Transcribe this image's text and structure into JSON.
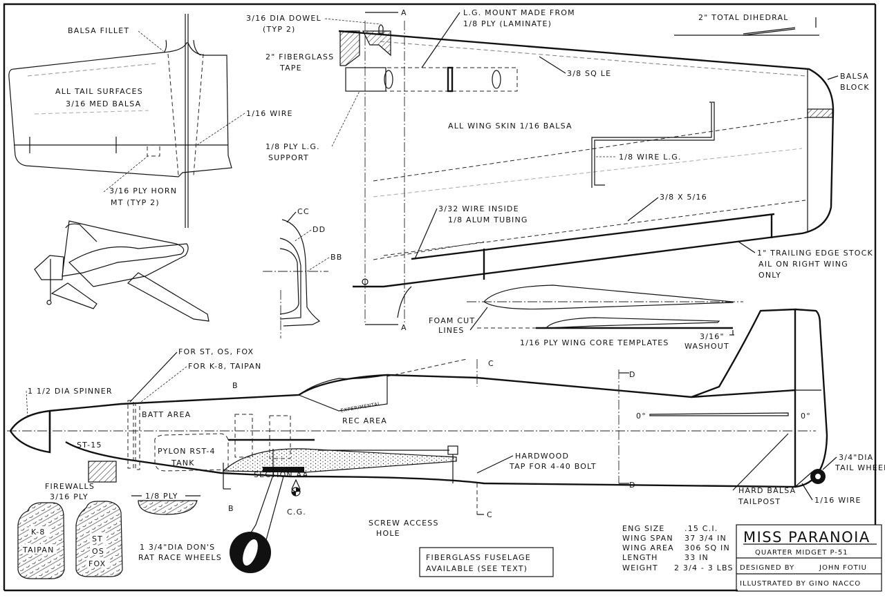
{
  "title_block": {
    "title": "MISS PARANOIA",
    "subtitle": "QUARTER MIDGET P-51",
    "designed_by_label": "DESIGNED BY",
    "designer": "JOHN FOTIU",
    "illustrated_by": "ILLUSTRATED BY  GINO NACCO"
  },
  "specs": [
    {
      "label": "ENG SIZE",
      "value": ".15 C.I."
    },
    {
      "label": "WING SPAN",
      "value": "37 3/4 IN"
    },
    {
      "label": "WING AREA",
      "value": "306 SQ IN"
    },
    {
      "label": "LENGTH",
      "value": "33 IN"
    },
    {
      "label": "WEIGHT",
      "value": "2 3/4 - 3 LBS"
    }
  ],
  "tail_view": {
    "balsa_fillet": "BALSA FILLET",
    "tail_surfaces_1": "ALL TAIL SURFACES",
    "tail_surfaces_2": "3/16 MED BALSA",
    "wire": "1/16 WIRE",
    "horn_1": "3/16 PLY HORN",
    "horn_2": "MT (TYP 2)"
  },
  "wing_view": {
    "dowel_1": "3/16 DIA DOWEL",
    "dowel_2": "(TYP 2)",
    "section_a_top": "A",
    "section_a_bottom": "A",
    "lg_mount_1": "L.G. MOUNT MADE FROM",
    "lg_mount_2": "1/8 PLY (LAMINATE)",
    "fiberglass_1": "2\" FIBERGLASS",
    "fiberglass_2": "TAPE",
    "sq_le": "3/8 SQ LE",
    "dihedral": "2\" TOTAL DIHEDRAL",
    "balsa_block_1": "BALSA",
    "balsa_block_2": "BLOCK",
    "wing_skin": "ALL WING SKIN 1/16 BALSA",
    "lg_support_1": "1/8 PLY L.G.",
    "lg_support_2": "SUPPORT",
    "wire_lg": "1/8 WIRE L.G.",
    "spar": "3/8 X 5/16",
    "wire_inside_1": "3/32 WIRE INSIDE",
    "wire_inside_2": "1/8 ALUM TUBING",
    "te_stock_1": "1\" TRAILING EDGE STOCK",
    "te_stock_2": "AIL ON RIGHT WING",
    "te_stock_3": "ONLY",
    "foam_cut_1": "FOAM CUT",
    "foam_cut_2": "LINES",
    "templates": "1/16 PLY WING CORE TEMPLATES",
    "washout_1": "3/16\"",
    "washout_2": "WASHOUT"
  },
  "cross_sections": {
    "cc": "CC",
    "dd": "DD",
    "bb": "BB"
  },
  "fuselage_view": {
    "for_st": "FOR ST, OS, FOX",
    "for_k8": "FOR K-8, TAIPAN",
    "spinner": "1 1/2 DIA SPINNER",
    "b_top": "B",
    "b_bottom": "B",
    "c_top": "C",
    "c_bottom": "C",
    "d_top": "D",
    "d_bottom": "D",
    "batt_area": "BATT AREA",
    "experimental": "EXPERIMENTAL",
    "rec_area": "REC AREA",
    "engine": "ST-15",
    "tank_1": "PYLON RST-4",
    "tank_2": "TANK",
    "section_aa": "SECTION AA",
    "hardwood_1": "HARDWOOD",
    "hardwood_2": "TAP FOR 4-40 BOLT",
    "incidence_left": "0°",
    "incidence_right": "0°",
    "ply": "1/8 PLY",
    "cg": "C.G.",
    "screw_1": "SCREW  ACCESS",
    "screw_2": "HOLE",
    "wheels_1": "1 3/4\"DIA DON'S",
    "wheels_2": "RAT RACE WHEELS",
    "tailpost_1": "HARD BALSA",
    "tailpost_2": "TAILPOST",
    "tail_wire": "1/16 WIRE",
    "tail_wheel_1": "3/4\"DIA",
    "tail_wheel_2": "TAIL WHEEL"
  },
  "firewalls": {
    "label_1": "FIREWALLS",
    "label_2": "3/16 PLY",
    "left_1": "K-8",
    "left_2": "TAIPAN",
    "right_1": "ST",
    "right_2": "OS",
    "right_3": "FOX"
  },
  "notice": {
    "line_1": "FIBERGLASS  FUSELAGE",
    "line_2": "AVAILABLE    (SEE TEXT)"
  }
}
